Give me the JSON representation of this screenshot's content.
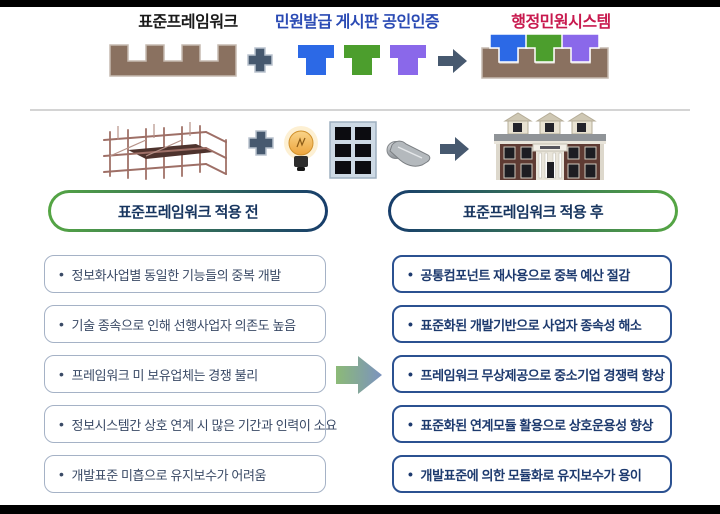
{
  "top_flow": {
    "framework_label": "표준프레임워크",
    "components_label": "민원발급 게시판 공인인증",
    "system_label": "행정민원시스템"
  },
  "sections": {
    "before": {
      "header": "표준프레임워크 적용 전",
      "items": [
        "정보화사업별 동일한 기능들의 중복 개발",
        "기술 종속으로 인해 선행사업자 의존도 높음",
        "프레임워크 미 보유업체는 경쟁 불리",
        "정보시스템간 상호 연계 시 많은 기간과 인력이 소요",
        "개발표준 미흡으로 유지보수가 어려움"
      ]
    },
    "after": {
      "header": "표준프레임워크 적용 후",
      "items": [
        "공통컴포넌트 재사용으로 중복 예산 절감",
        "표준화된 개발기반으로 사업자 종속성 해소",
        "프레임워크 무상제공으로 중소기업 경쟁력 향상",
        "표준화된 연계모듈 활용으로 상호운용성 향상",
        "개발표준에 의한 모듈화로 유지보수가 용이"
      ]
    }
  },
  "icons": {
    "bullet": "•",
    "plus": "+",
    "arrow_right": "➡",
    "framework_base": "comb-block",
    "component_pieces": "t-blocks",
    "structure_image": "building-frame",
    "lightbulb": "💡",
    "window": "window-panes",
    "door_handle": "door-handle",
    "house": "house"
  },
  "colors": {
    "label_dark": "#1a1a1a",
    "label_blue": "#2a4ab4",
    "label_red": "#c8194e",
    "brown": "#8a7160",
    "brown_border": "#c6bab0",
    "slate": "#47596f",
    "slate_border": "#b9c2cd",
    "blue_piece": "#2c69e6",
    "green_piece": "#4c9e2d",
    "purple_piece": "#8a68ea",
    "pill_green": "#55a644",
    "pill_navy": "#173d6b",
    "header_text": "#17355f",
    "before_border": "#a5b2c6",
    "before_text": "#3a4a66",
    "after_border": "#2b5191",
    "after_text": "#1d3a6e",
    "arrow_green": "#8cba77",
    "arrow_blue": "#7b92bf",
    "divider": "#c6c6c6"
  }
}
